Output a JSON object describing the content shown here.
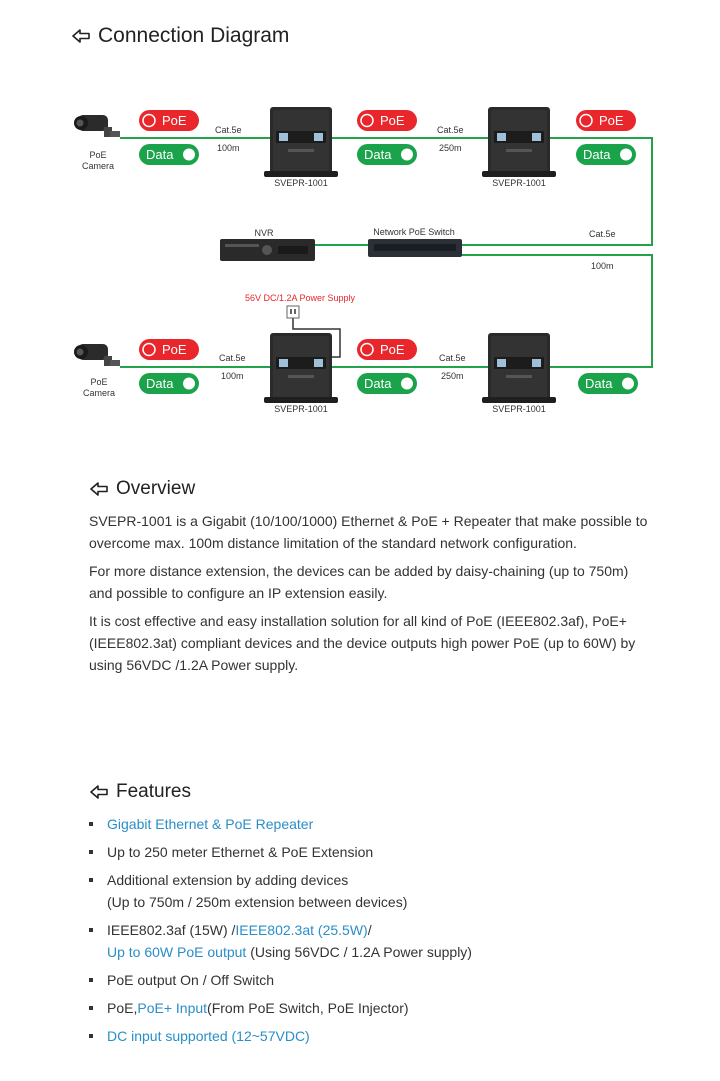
{
  "titles": {
    "connection": "Connection Diagram",
    "overview": "Overview",
    "features": "Features"
  },
  "diagram": {
    "poe_tag": "PoE",
    "data_tag": "Data",
    "camera_line1": "PoE",
    "camera_line2": "Camera",
    "device_label": "SVEPR-1001",
    "cable_cat5e": "Cat.5e",
    "len_100m": "100m",
    "len_250m": "250m",
    "nvr_label": "NVR",
    "switch_label": "Network PoE Switch",
    "power_supply_label": "56V DC/1.2A Power Supply",
    "colors": {
      "poe_red": "#e8262b",
      "data_green": "#1aa34a",
      "cable_green": "#22a34a"
    }
  },
  "overview": {
    "p1": "SVEPR-1001 is a Gigabit (10/100/1000) Ethernet & PoE + Repeater that make possible to overcome max. 100m distance limitation of the standard network configuration.",
    "p2": "For more distance extension, the devices can be added by daisy-chaining (up to 750m) and possible to configure an IP extension easily.",
    "p3": "It is cost effective and easy installation solution for all kind of PoE (IEEE802.3af), PoE+ (IEEE802.3at) compliant devices and the device outputs high power PoE (up to 60W) by using 56VDC /1.2A Power supply."
  },
  "features": {
    "f1": "Gigabit Ethernet & PoE Repeater",
    "f2": "Up to 250 meter Ethernet & PoE Extension",
    "f3_line1": "Additional extension by adding devices",
    "f3_line2": "(Up to 750m / 250m extension between devices)",
    "f4_a": "IEEE802.3af (15W) /",
    "f4_b": "IEEE802.3at (25.5W)",
    "f4_c": "/",
    "f4_d": "Up to 60W PoE output",
    "f4_e": " (Using 56VDC / 1.2A Power supply)",
    "f5": "PoE output On / Off Switch",
    "f6_a": "PoE,",
    "f6_b": "PoE+ Input",
    "f6_c": "(From PoE Switch, PoE Injector)",
    "f7": "DC input supported (12~57VDC)"
  }
}
